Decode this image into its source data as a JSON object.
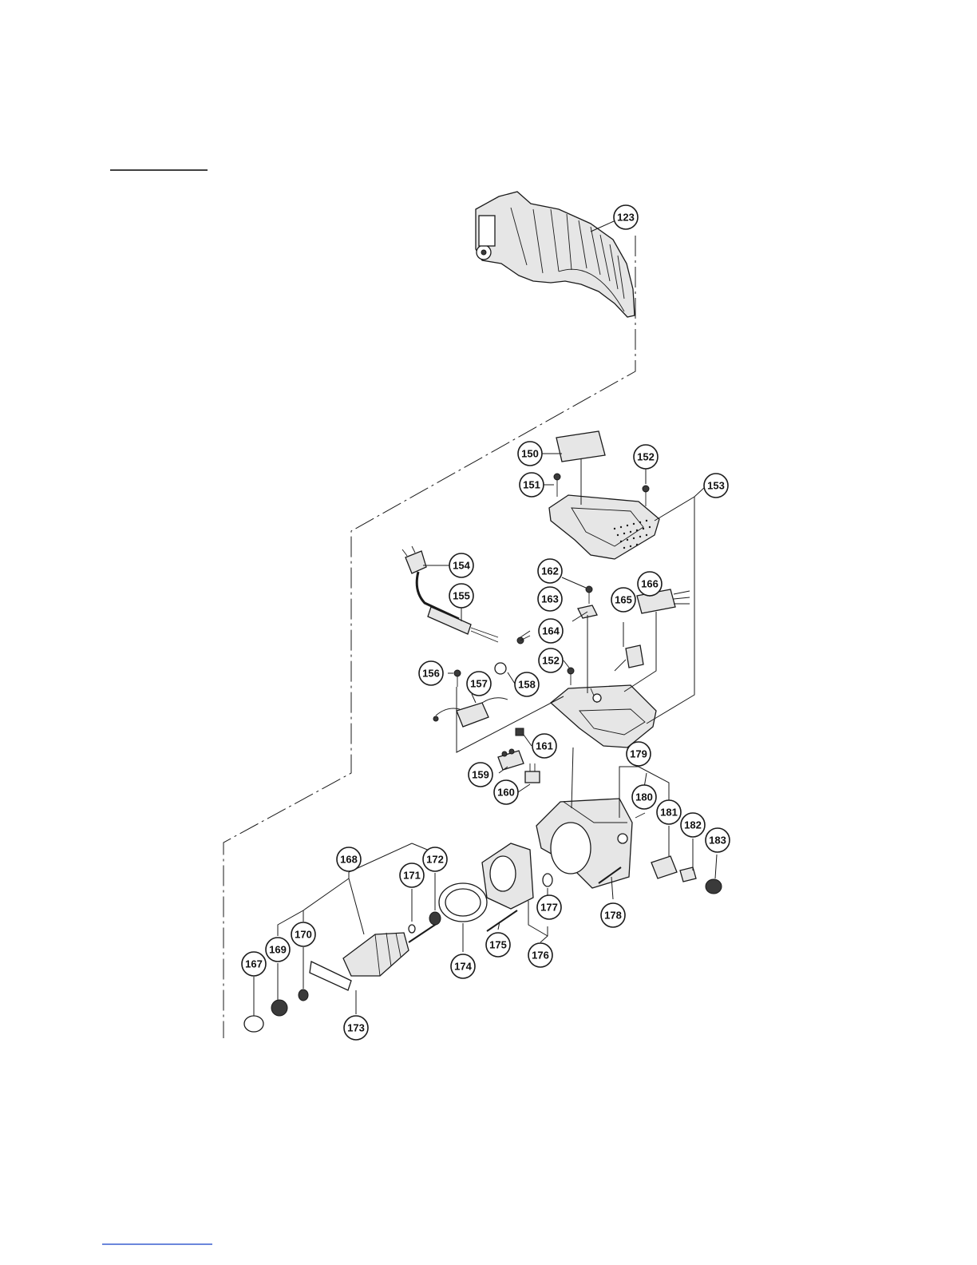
{
  "diagram": {
    "callouts": [
      {
        "id": "c123",
        "label": "123"
      },
      {
        "id": "c150",
        "label": "150"
      },
      {
        "id": "c151",
        "label": "151"
      },
      {
        "id": "c152a",
        "label": "152"
      },
      {
        "id": "c153",
        "label": "153"
      },
      {
        "id": "c154",
        "label": "154"
      },
      {
        "id": "c155",
        "label": "155"
      },
      {
        "id": "c156",
        "label": "156"
      },
      {
        "id": "c157",
        "label": "157"
      },
      {
        "id": "c158",
        "label": "158"
      },
      {
        "id": "c159",
        "label": "159"
      },
      {
        "id": "c160",
        "label": "160"
      },
      {
        "id": "c161",
        "label": "161"
      },
      {
        "id": "c152b",
        "label": "152"
      },
      {
        "id": "c162",
        "label": "162"
      },
      {
        "id": "c163",
        "label": "163"
      },
      {
        "id": "c164",
        "label": "164"
      },
      {
        "id": "c165",
        "label": "165"
      },
      {
        "id": "c166",
        "label": "166"
      },
      {
        "id": "c167",
        "label": "167"
      },
      {
        "id": "c168",
        "label": "168"
      },
      {
        "id": "c169",
        "label": "169"
      },
      {
        "id": "c170",
        "label": "170"
      },
      {
        "id": "c171",
        "label": "171"
      },
      {
        "id": "c172",
        "label": "172"
      },
      {
        "id": "c173",
        "label": "173"
      },
      {
        "id": "c174",
        "label": "174"
      },
      {
        "id": "c175",
        "label": "175"
      },
      {
        "id": "c176",
        "label": "176"
      },
      {
        "id": "c177",
        "label": "177"
      },
      {
        "id": "c178",
        "label": "178"
      },
      {
        "id": "c179",
        "label": "179"
      },
      {
        "id": "c180",
        "label": "180"
      },
      {
        "id": "c181",
        "label": "181"
      },
      {
        "id": "c182",
        "label": "182"
      },
      {
        "id": "c183",
        "label": "183"
      }
    ]
  },
  "colors": {
    "line": "#1a1a1a",
    "footer_rule": "#3a5fcf"
  }
}
